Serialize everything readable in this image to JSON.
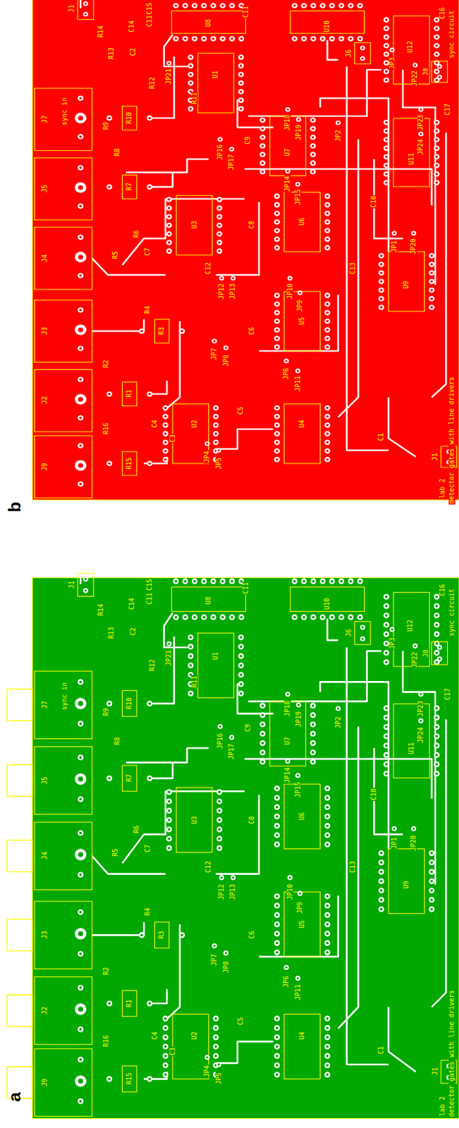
{
  "diagram": {
    "labels": [
      "b",
      "J9",
      "J2",
      "J3",
      "J4",
      "J5",
      "J7",
      "sync in",
      "R15",
      "R16",
      "R1",
      "R2",
      "R3",
      "R4",
      "R5",
      "R6",
      "R7",
      "R8",
      "R9",
      "R10",
      "R11",
      "R12",
      "R13",
      "R14",
      "C2",
      "C14",
      "C11",
      "C15",
      "J1",
      "U8",
      "C11",
      "U10",
      "U1",
      "JP21",
      "J6",
      "U12",
      "JP3",
      "JP22",
      "J8",
      "C16",
      "sync circuit",
      "C17",
      "JP23",
      "JP24",
      "U11",
      "U7",
      "JP18",
      "JP19",
      "JP2",
      "C9",
      "JP16",
      "JP17",
      "JP14",
      "JP15",
      "C8",
      "U3",
      "U6",
      "C7",
      "C12",
      "JP12",
      "JP13",
      "JP10",
      "JP9",
      "C13",
      "C10",
      "JP1",
      "JP20",
      "U9",
      "U5",
      "C6",
      "JP7",
      "JP8",
      "JP6",
      "JP11",
      "C5",
      "U2",
      "U4",
      "C4",
      "C3",
      "JP4",
      "JP5",
      "C1",
      "J1",
      "lab 2",
      "detector gates with line drivers",
      "a",
      "J9",
      "J2",
      "J3",
      "J4",
      "J5",
      "J7",
      "sync in",
      "R15",
      "R16",
      "R1",
      "R2",
      "R3",
      "R4",
      "R5",
      "R6",
      "R7",
      "R8",
      "R9",
      "R10",
      "R11",
      "R12",
      "R13",
      "R14",
      "C2",
      "C14",
      "C11",
      "C15",
      "J1",
      "U8",
      "C11",
      "U10",
      "U1",
      "JP21",
      "J6",
      "U12",
      "JP3",
      "JP22",
      "J8",
      "C16",
      "sync circuit",
      "C17",
      "JP23",
      "JP24",
      "U11",
      "U7",
      "JP18",
      "JP19",
      "JP2",
      "C9",
      "JP16",
      "JP17",
      "JP14",
      "JP15",
      "C8",
      "U3",
      "U6",
      "C7",
      "C12",
      "JP12",
      "JP13",
      "JP10",
      "JP9",
      "C13",
      "C10",
      "JP1",
      "JP20",
      "U9",
      "U5",
      "C6",
      "JP7",
      "JP8",
      "JP6",
      "JP11",
      "C5",
      "U2",
      "U4",
      "C4",
      "C3",
      "JP4",
      "JP5",
      "C1",
      "J1",
      "lab 2",
      "detector gates with line drivers"
    ]
  }
}
